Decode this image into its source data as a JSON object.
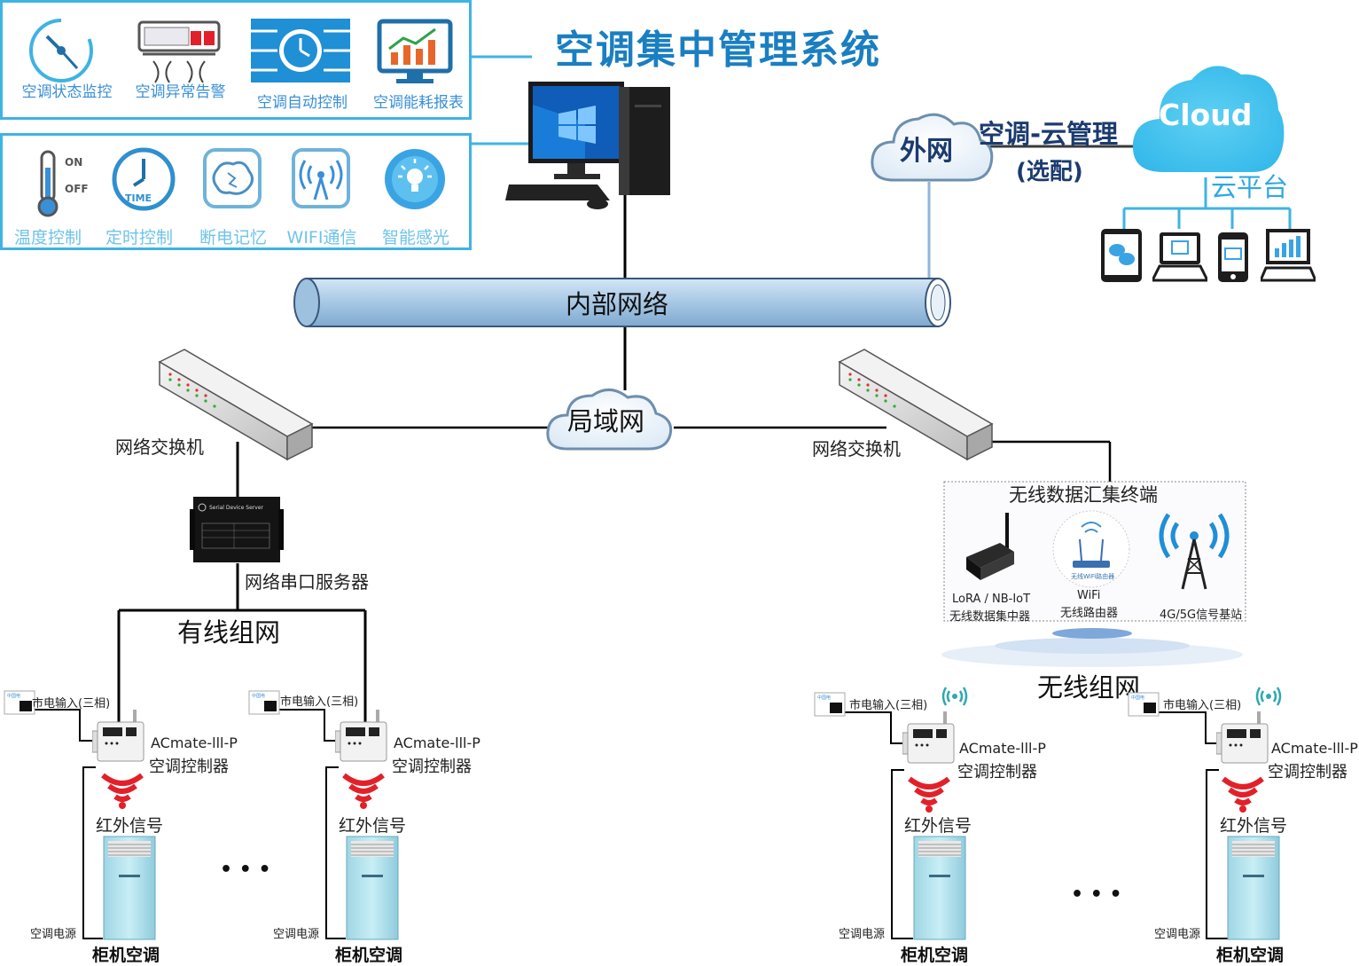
{
  "title": "空调集中管理系统",
  "features_top": [
    "空调状态监控",
    "空调异常告警",
    "空调自动控制",
    "空调能耗报表"
  ],
  "features_bottom": [
    "温度控制",
    "定时控制",
    "断电记忆",
    "WIFI通信",
    "智能感光"
  ],
  "icon_texts": {
    "on": "ON",
    "off": "OFF",
    "time": "TIME"
  },
  "cloud": {
    "outer_net": "外网",
    "cloud_mgmt": "空调-云管理",
    "optional": "(选配)",
    "cloud_word": "Cloud",
    "cloud_platform": "云平台"
  },
  "internal_network": "内部网络",
  "lan": "局域网",
  "switch_label": "网络交换机",
  "serial_server": {
    "label": "网络串口服务器",
    "device_title": "Serial Device Server"
  },
  "wired_network": "有线组网",
  "wireless_network": "无线组网",
  "wireless_terminal": {
    "title": "无线数据汇集终端",
    "items": [
      {
        "line1": "LoRA / NB-IoT",
        "line2": "无线数据集中器"
      },
      {
        "line1": "WiFi",
        "line2": "无线路由器"
      },
      {
        "line1": "4G/5G信号基站",
        "line2": ""
      }
    ]
  },
  "ac_unit": {
    "power_input": "市电输入(三相)",
    "controller_model": "ACmate-lll-P",
    "controller_name": "空调控制器",
    "ir_signal": "红外信号",
    "ac_power": "空调电源",
    "ac_name": "柜机空调"
  },
  "ellipsis": "• • •",
  "colors": {
    "accent": "#3fb3e3",
    "title": "#1a7fc1",
    "pipe": "#a9cbe6",
    "ir_red": "#e2202a"
  }
}
